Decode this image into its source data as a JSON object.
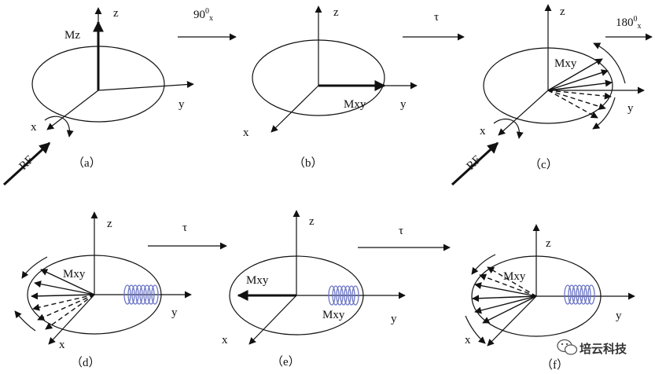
{
  "panels": [
    {
      "id": "a",
      "caption": "（a）",
      "labels": {
        "z": "z",
        "y": "y",
        "x": "x",
        "m": "Mz",
        "rf": "RF"
      }
    },
    {
      "id": "b",
      "caption": "（b）",
      "labels": {
        "z": "z",
        "y": "y",
        "x": "x",
        "m": "Mxy"
      }
    },
    {
      "id": "c",
      "caption": "（c）",
      "labels": {
        "z": "z",
        "y": "y",
        "x": "x",
        "m": "Mxy",
        "rf": "RF"
      }
    },
    {
      "id": "d",
      "caption": "（d）",
      "labels": {
        "z": "z",
        "y": "y",
        "x": "x",
        "m": "Mxy"
      }
    },
    {
      "id": "e",
      "caption": "（e）",
      "labels": {
        "z": "z",
        "y": "y",
        "x": "x",
        "m": "Mxy",
        "m2": "Mxy"
      }
    },
    {
      "id": "f",
      "caption": "（f）",
      "labels": {
        "z": "z",
        "y": "y",
        "x": "x",
        "m": "Mxy"
      }
    }
  ],
  "transitions": {
    "pulse90": {
      "base": "90",
      "sup": "0",
      "sub": "x"
    },
    "tau1": "τ",
    "pulse180": {
      "base": "180",
      "sup": "0",
      "sub": "x"
    },
    "tau2": "τ",
    "tau3": "τ"
  },
  "watermark": "培云科技",
  "colors": {
    "line": "#111111",
    "coil": "#6e78c8"
  },
  "icons": [
    "wechat-icon",
    "coil-icon"
  ]
}
